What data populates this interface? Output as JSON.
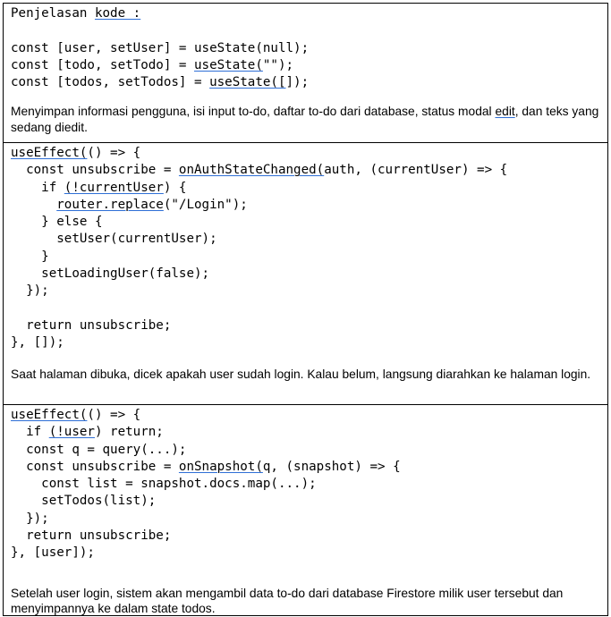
{
  "section1": {
    "title_prefix": "Penjelasan ",
    "title_underlined": "kode :",
    "line1": "const [user, setUser] = useState(null);",
    "line2a": "const [todo, setTodo] = ",
    "line2b": "useState(",
    "line2c": "\"\");",
    "line3a": "const [todos, setTodos] = ",
    "line3b": "useState([",
    "line3c": "]);",
    "desc_a": "Menyimpan informasi pengguna, isi input to-do, daftar to-do dari database, status modal ",
    "desc_b": "edit",
    "desc_c": ", dan teks yang sedang diedit."
  },
  "section2": {
    "l1a": "useEffect(",
    "l1b": "() => {",
    "l2a": "  const unsubscribe = ",
    "l2b": "onAuthStateChanged(",
    "l2c": "auth, (currentUser) => {",
    "l3a": "    if ",
    "l3b": "(!currentUser",
    "l3c": ") {",
    "l4a": "      ",
    "l4b": "router.replace",
    "l4c": "(\"/Login\");",
    "l5": "    } else {",
    "l6": "      setUser(currentUser);",
    "l7": "    }",
    "l8": "    setLoadingUser(false);",
    "l9": "  });",
    "l10": "  return unsubscribe;",
    "l11": "}, []);",
    "desc": "Saat halaman dibuka, dicek apakah user sudah login. Kalau belum, langsung diarahkan ke halaman login."
  },
  "section3": {
    "l1a": "useEffect(",
    "l1b": "() => {",
    "l2a": "  if ",
    "l2b": "(!user",
    "l2c": ") return;",
    "l3": "  const q = query(...);",
    "l4a": "  const unsubscribe = ",
    "l4b": "onSnapshot(",
    "l4c": "q, (snapshot) => {",
    "l5": "    const list = snapshot.docs.map(...);",
    "l6": "    setTodos(list);",
    "l7": "  });",
    "l8": "  return unsubscribe;",
    "l9": "}, [user]);",
    "desc": "Setelah user login, sistem akan mengambil data to-do dari database Firestore milik user tersebut dan menyimpannya ke dalam state todos."
  }
}
